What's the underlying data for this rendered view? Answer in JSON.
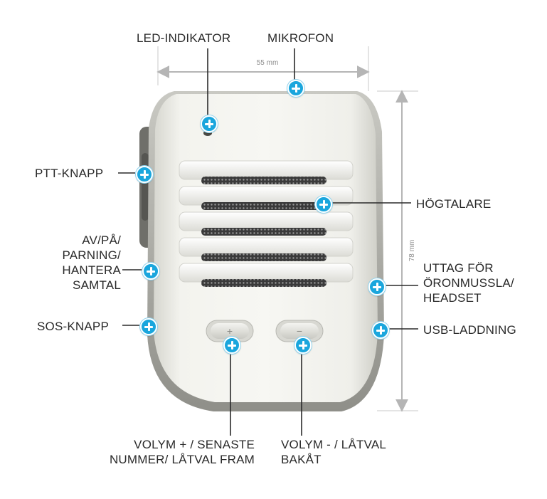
{
  "dimensions": {
    "width_label": "55 mm",
    "height_label": "78 mm"
  },
  "labels": {
    "led_indicator": "LED-INDIKATOR",
    "microphone": "MIKROFON",
    "ptt_button": "PTT-KNAPP",
    "power_pairing": "AV/PÅ/\nPARNING/\nHANTERA\nSAMTAL",
    "sos_button": "SOS-KNAPP",
    "speaker": "HÖGTALARE",
    "headset_jack": "UTTAG FÖR\nÖRONMUSSLA/\nHEADSET",
    "usb_charging": "USB-LADDNING",
    "volume_up": "VOLYM + / SENASTE\nNUMMER/ LÅTVAL FRAM",
    "volume_down": "VOLYM - / LÅTVAL\nBAKÅT"
  },
  "button_glyphs": {
    "plus": "+",
    "minus": "−"
  },
  "colors": {
    "hotspot": "#1aa6dd",
    "device_shell": "#eeeee8",
    "device_rim": "#a9a9a3",
    "grille_slot": "#2b2b2b",
    "dimension_line": "#b5b5b5",
    "label_text": "#2a2a2a"
  }
}
